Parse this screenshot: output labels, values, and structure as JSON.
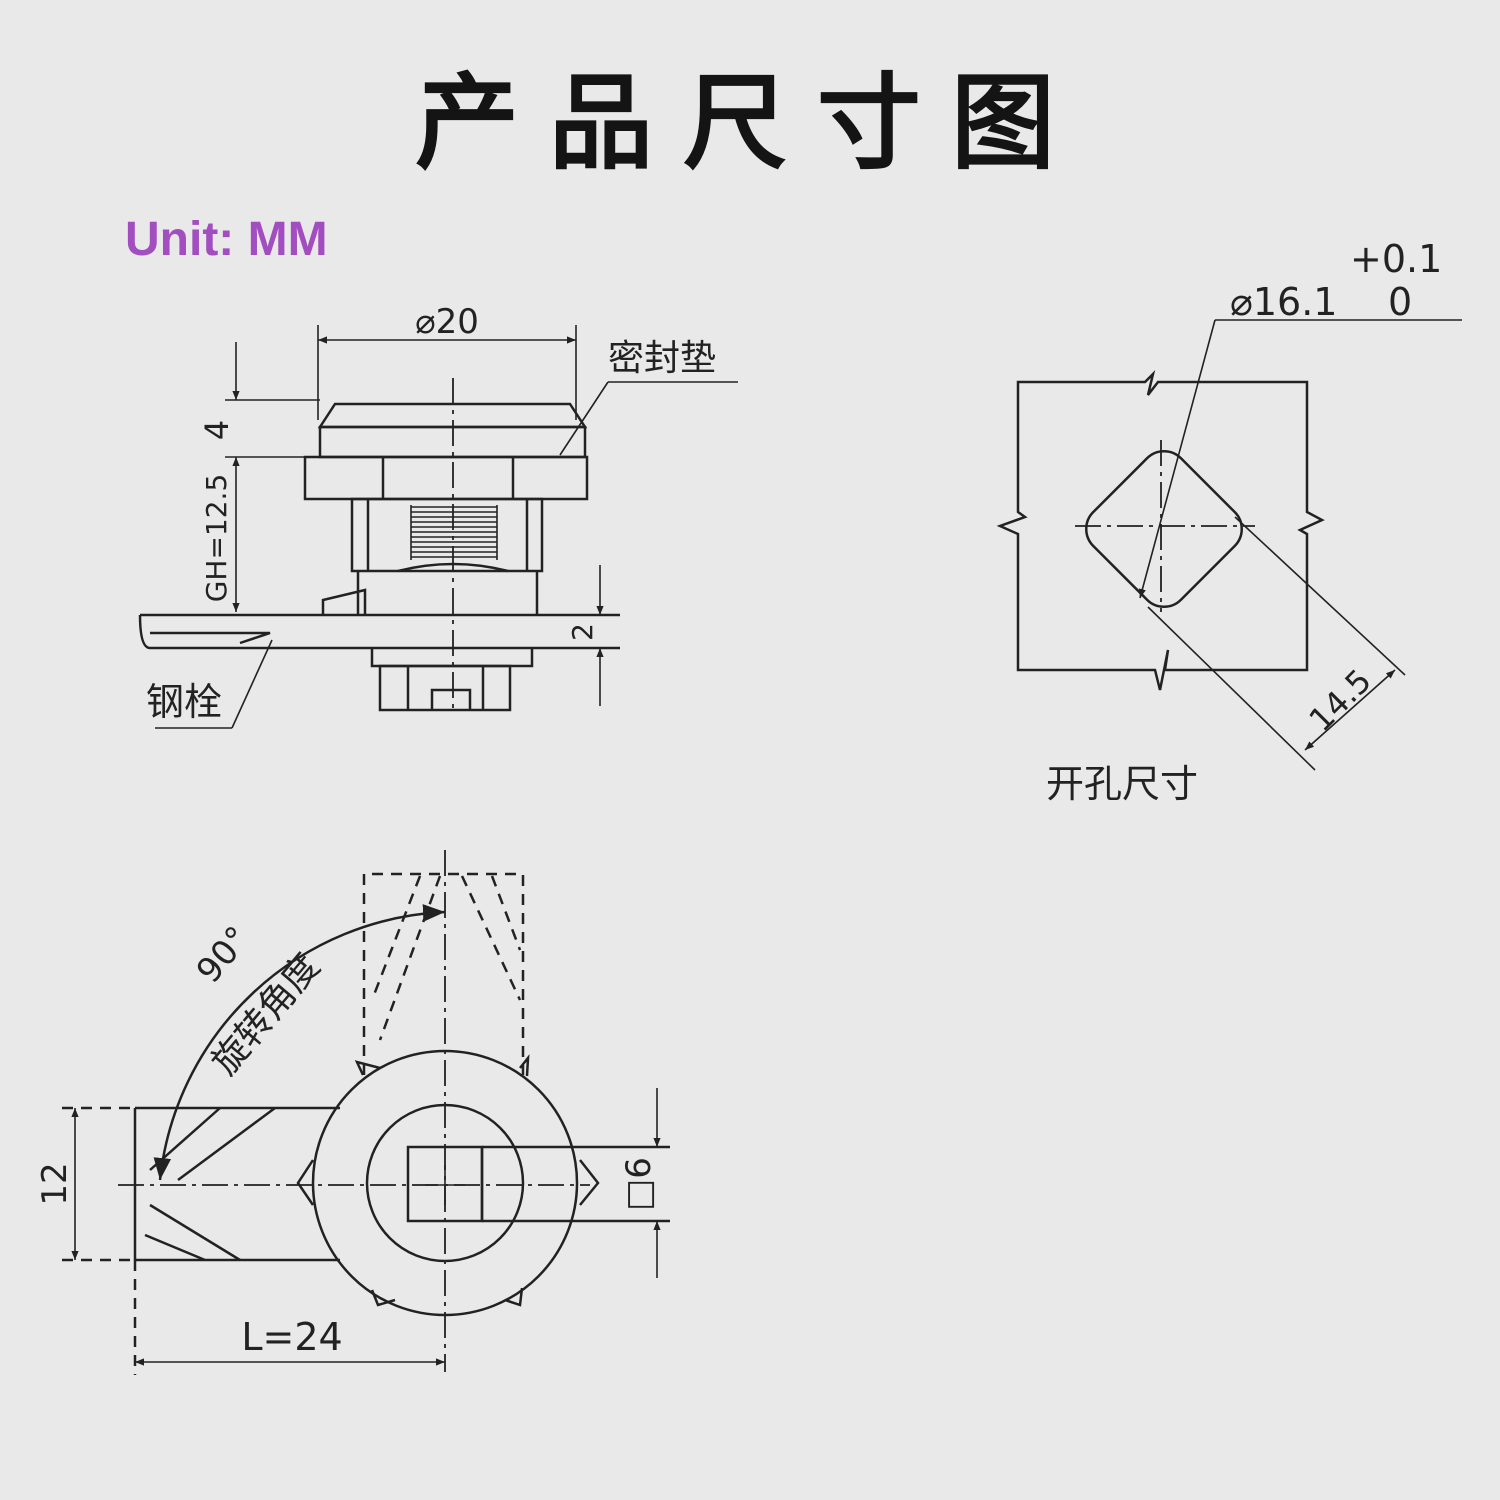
{
  "title": "产品尺寸图",
  "unit_label": "Unit: MM",
  "colors": {
    "background": "#e9e9e9",
    "line": "#222222",
    "unit_label": "#a24ec0"
  },
  "side_view": {
    "diameter": "⌀20",
    "gasket_label": "密封垫",
    "head_height": "4",
    "grip_height": "GH=12.5",
    "cam_thickness": "2",
    "bolt_label": "钢栓"
  },
  "cutout_view": {
    "diameter": "⌀16.1",
    "tol_upper": "+0.1",
    "tol_lower": "0",
    "flat_width": "14.5",
    "caption": "开孔尺寸"
  },
  "front_view": {
    "angle": "90°",
    "angle_label": "旋转角度",
    "cam_width": "12",
    "square": "□6",
    "cam_length": "L=24"
  }
}
